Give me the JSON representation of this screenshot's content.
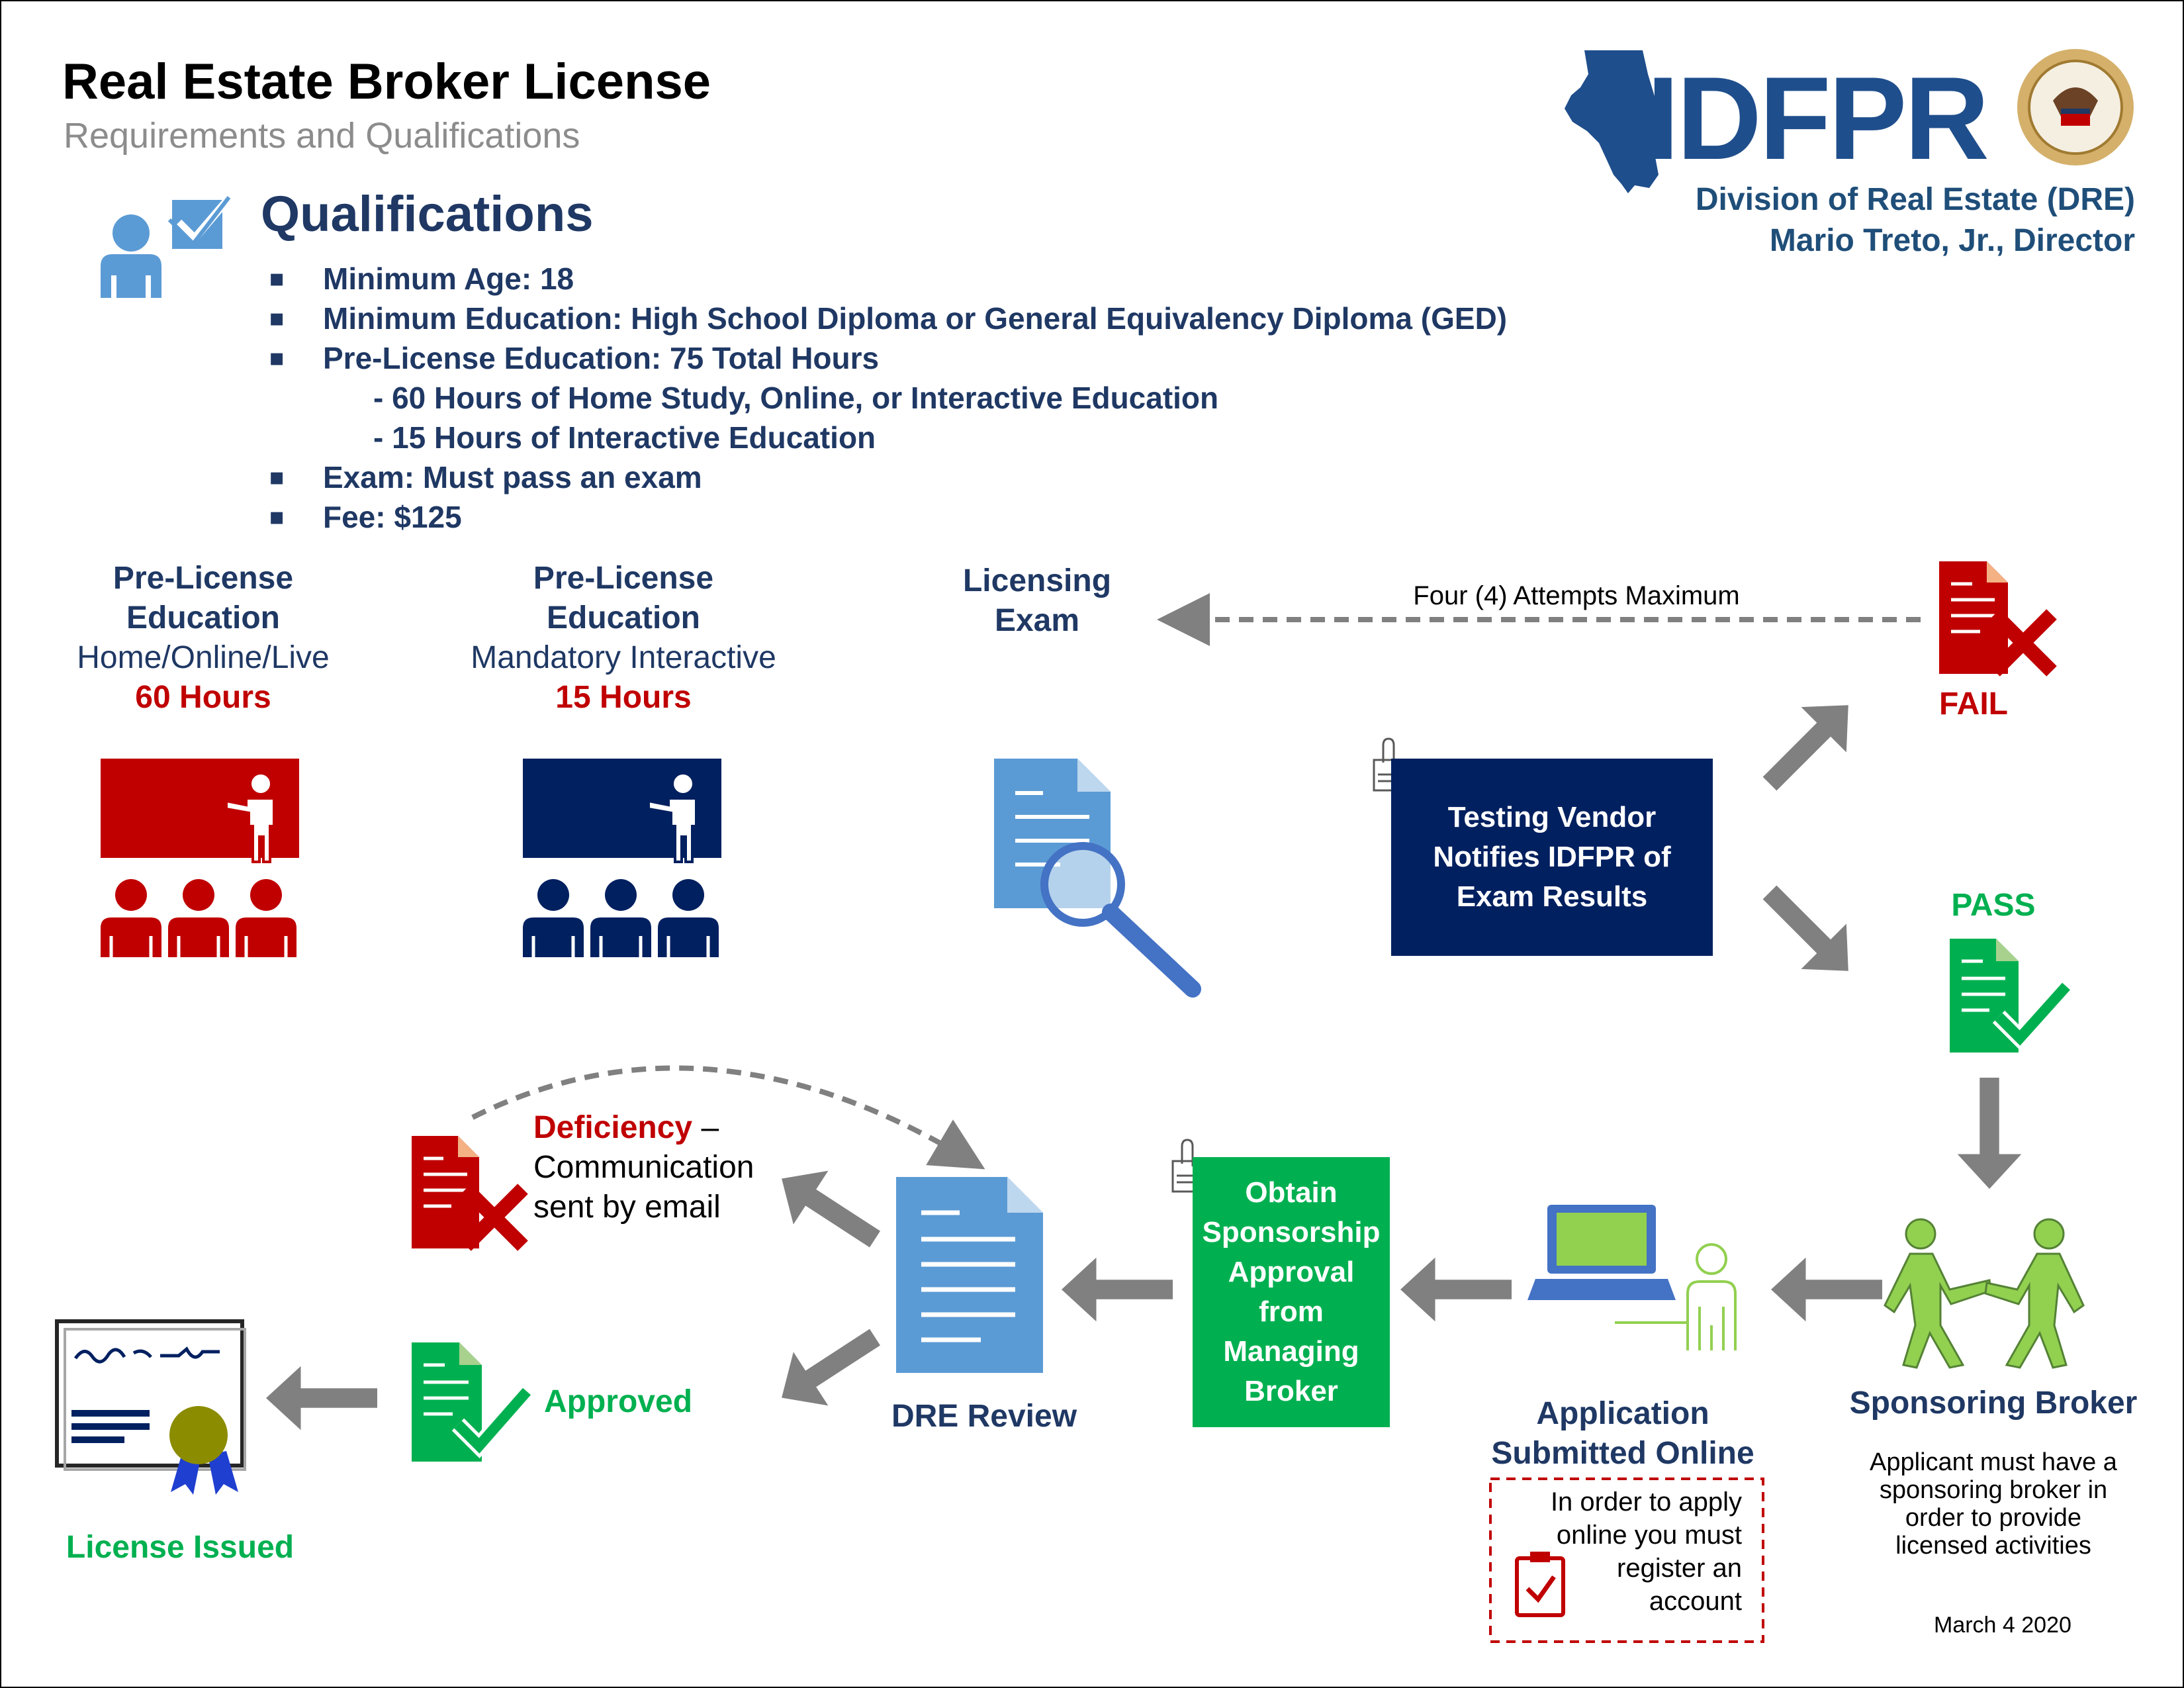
{
  "header": {
    "title": "Real Estate Broker License",
    "subtitle": "Requirements and Qualifications",
    "brand_text": "IDFPR",
    "division": "Division of Real Estate (DRE)",
    "director": "Mario Treto, Jr., Director"
  },
  "qualifications": {
    "heading": "Qualifications",
    "items": [
      "Minimum Age: 18",
      "Minimum Education: High School Diploma or General Equivalency Diploma (GED)",
      "Pre-License Education: 75 Total Hours",
      "- 60 Hours of Home Study, Online, or Interactive Education",
      "- 15 Hours of Interactive Education",
      "Exam: Must pass an exam",
      "Fee: $125"
    ]
  },
  "steps": {
    "pre_license_1": {
      "line1": "Pre-License",
      "line2": "Education",
      "line3": "Home/Online/Live",
      "hours": "60 Hours"
    },
    "pre_license_2": {
      "line1": "Pre-License",
      "line2": "Education",
      "line3": "Mandatory Interactive",
      "hours": "15 Hours"
    },
    "exam": {
      "line1": "Licensing",
      "line2": "Exam"
    },
    "attempts": "Four (4) Attempts Maximum",
    "testing_vendor": {
      "line1": "Testing Vendor",
      "line2": "Notifies IDFPR of",
      "line3": "Exam Results"
    },
    "fail": "FAIL",
    "pass": "PASS",
    "sponsoring_broker": {
      "title": "Sponsoring Broker",
      "note": [
        "Applicant must have a",
        "sponsoring broker in",
        "order to provide",
        "licensed activities"
      ]
    },
    "application": {
      "line1": "Application",
      "line2": "Submitted Online",
      "note": [
        "In order to apply",
        "online you must",
        "register an",
        "account"
      ]
    },
    "sponsorship": {
      "lines": [
        "Obtain",
        "Sponsorship",
        "Approval",
        "from",
        "Managing",
        "Broker"
      ]
    },
    "dre_review": "DRE Review",
    "deficiency": {
      "word": "Deficiency",
      "dash": " –",
      "line2": "Communication",
      "line3": "sent by email"
    },
    "approved": "Approved",
    "license_issued": "License Issued"
  },
  "date": "March 4 2020",
  "colors": {
    "navy": "#1f3864",
    "dark_navy_box": "#002060",
    "red": "#c00000",
    "green": "#00b050",
    "light_blue": "#5b9bd5",
    "grey_arrow": "#808080",
    "lime": "#92d050"
  },
  "icons": [
    "person-check-icon",
    "illinois-map-icon",
    "state-seal-icon",
    "classroom-icon",
    "document-magnifier-icon",
    "email-icon",
    "document-fail-icon",
    "document-pass-icon",
    "handshake-icon",
    "laptop-user-icon",
    "clipboard-check-icon",
    "certificate-icon",
    "arrow-icon"
  ]
}
